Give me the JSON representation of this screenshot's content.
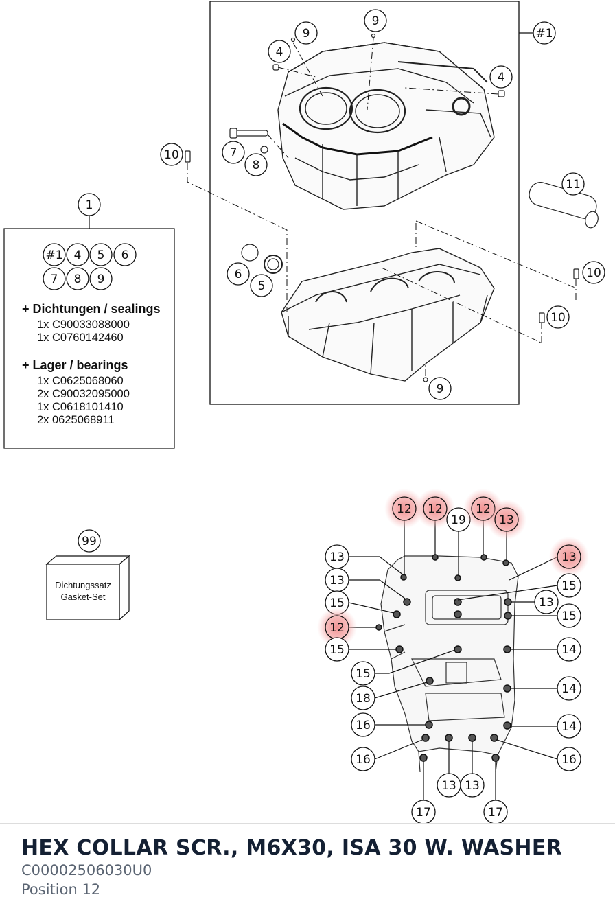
{
  "legend": {
    "group_label": "1",
    "parts": [
      "#1",
      "4",
      "5",
      "6",
      "7",
      "8",
      "9"
    ],
    "sealings_heading": "+ Dichtungen / sealings",
    "sealings": [
      "1x C90033088000",
      "1x C0760142460"
    ],
    "bearings_heading": "+ Lager / bearings",
    "bearings": [
      "1x C0625068060",
      "2x C90032095000",
      "1x C0618101410",
      "2x 0625068911"
    ]
  },
  "upper_callouts": [
    "9",
    "9",
    "4",
    "4",
    "#1",
    "10",
    "7",
    "8",
    "11",
    "6",
    "5",
    "10",
    "10",
    "9"
  ],
  "gasket_set": {
    "number": "99",
    "line1": "Dichtungssatz",
    "line2": "Gasket-Set"
  },
  "lower_callouts": [
    {
      "label": "12",
      "highlighted": true
    },
    {
      "label": "12",
      "highlighted": true
    },
    {
      "label": "19",
      "highlighted": false
    },
    {
      "label": "12",
      "highlighted": true
    },
    {
      "label": "13",
      "highlighted": true
    },
    {
      "label": "13",
      "highlighted": false
    },
    {
      "label": "13",
      "highlighted": true
    },
    {
      "label": "13",
      "highlighted": false
    },
    {
      "label": "15",
      "highlighted": false
    },
    {
      "label": "15",
      "highlighted": false
    },
    {
      "label": "13",
      "highlighted": false
    },
    {
      "label": "12",
      "highlighted": true
    },
    {
      "label": "15",
      "highlighted": false
    },
    {
      "label": "15",
      "highlighted": false
    },
    {
      "label": "14",
      "highlighted": false
    },
    {
      "label": "15",
      "highlighted": false
    },
    {
      "label": "14",
      "highlighted": false
    },
    {
      "label": "18",
      "highlighted": false
    },
    {
      "label": "16",
      "highlighted": false
    },
    {
      "label": "14",
      "highlighted": false
    },
    {
      "label": "16",
      "highlighted": false
    },
    {
      "label": "16",
      "highlighted": false
    },
    {
      "label": "13",
      "highlighted": false
    },
    {
      "label": "13",
      "highlighted": false
    },
    {
      "label": "17",
      "highlighted": false
    },
    {
      "label": "17",
      "highlighted": false
    }
  ],
  "colors": {
    "highlight": "#f08c8c",
    "line": "#111111",
    "footer_title": "#142033",
    "footer_sub": "#5a6472"
  },
  "footer": {
    "title": "HEX COLLAR SCR., M6X30, ISA 30 W. WASHER",
    "part_number": "C00002506030U0",
    "position": "Position 12"
  }
}
